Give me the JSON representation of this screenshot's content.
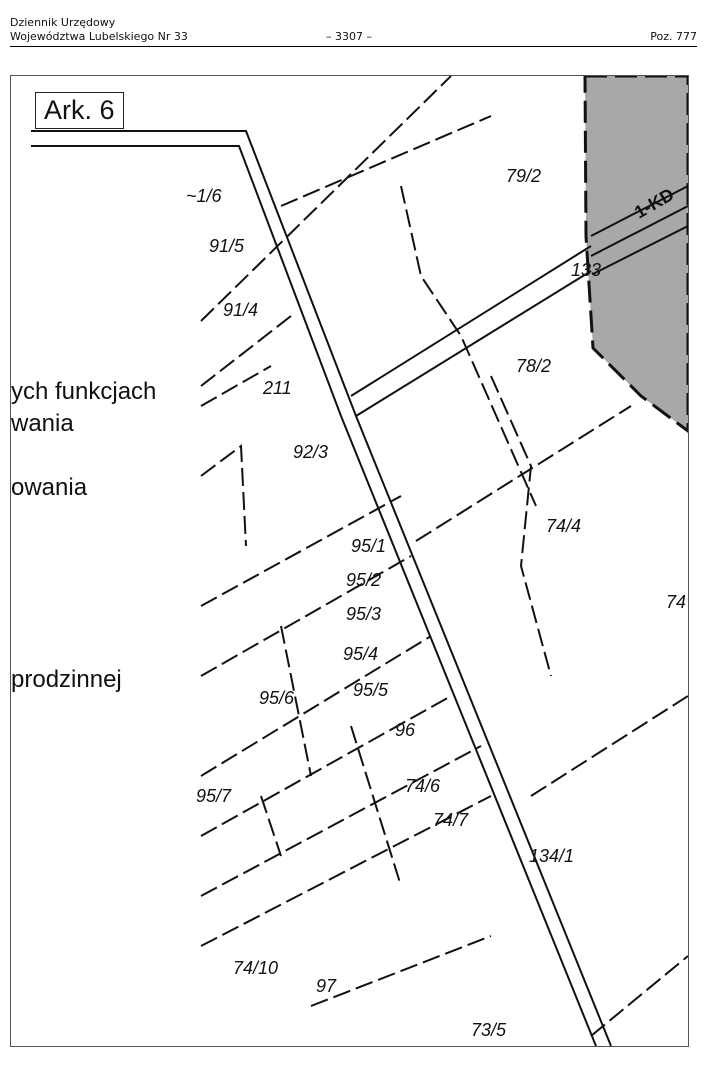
{
  "header": {
    "journal_line1": "Dziennik Urzędowy",
    "journal_line2": "Województwa Lubelskiego Nr 33",
    "page_number": "– 3307 –",
    "position": "Poz. 777"
  },
  "map": {
    "sheet_label": "Ark. 6",
    "legend_fragments": [
      "ych funkcjach",
      "wania",
      "owania",
      "prodzinnej"
    ],
    "road_label": "1-KD",
    "parcels": [
      "79/2",
      "~1/6",
      "91/5",
      "91/4",
      "133",
      "78/2",
      "211",
      "92/3",
      "74/4",
      "95/1",
      "95/2",
      "95/3",
      "95/4",
      "95/5",
      "95/6",
      "74",
      "96",
      "74/6",
      "74/7",
      "134/1",
      "95/7",
      "74/10",
      "97",
      "73/5"
    ],
    "colors": {
      "zone_fill": "#a8a8a8",
      "line": "#111111"
    }
  }
}
